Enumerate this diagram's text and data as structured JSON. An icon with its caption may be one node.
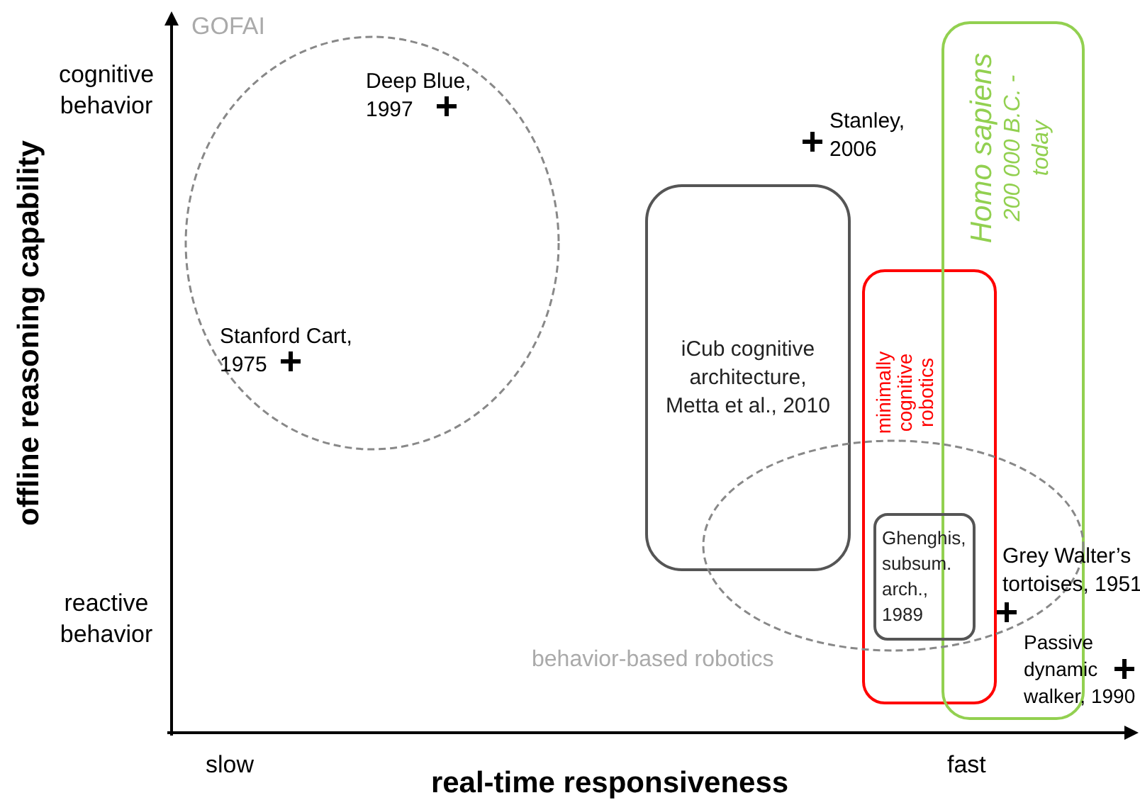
{
  "diagram": {
    "nodes": [
      {
        "text": [
          "GOFAI"
        ]
      },
      {
        "text": [
          "iCub cognitive architecture, Metta et al., 2010"
        ]
      },
      {
        "text": [
          "minimally cognitive robotics"
        ]
      },
      {
        "text": [
          "Homo sapiens",
          "200 000 B.C. - today"
        ]
      },
      {
        "text": [
          "behavior-based robotics"
        ]
      },
      {
        "text": [
          "Ghenghis, subsum. arch., 1989"
        ]
      }
    ],
    "labels": [
      "cognitive behavior",
      "Deep Blue, 1997",
      "Stanley, 2006",
      "offline reasoning capability",
      "Stanford Cart, 1975",
      "Grey Walter’s tortoises, 1951",
      "reactive behavior",
      "Passive dynamic walker, 1990",
      "slow",
      "real-time responsiveness",
      "fast"
    ]
  }
}
